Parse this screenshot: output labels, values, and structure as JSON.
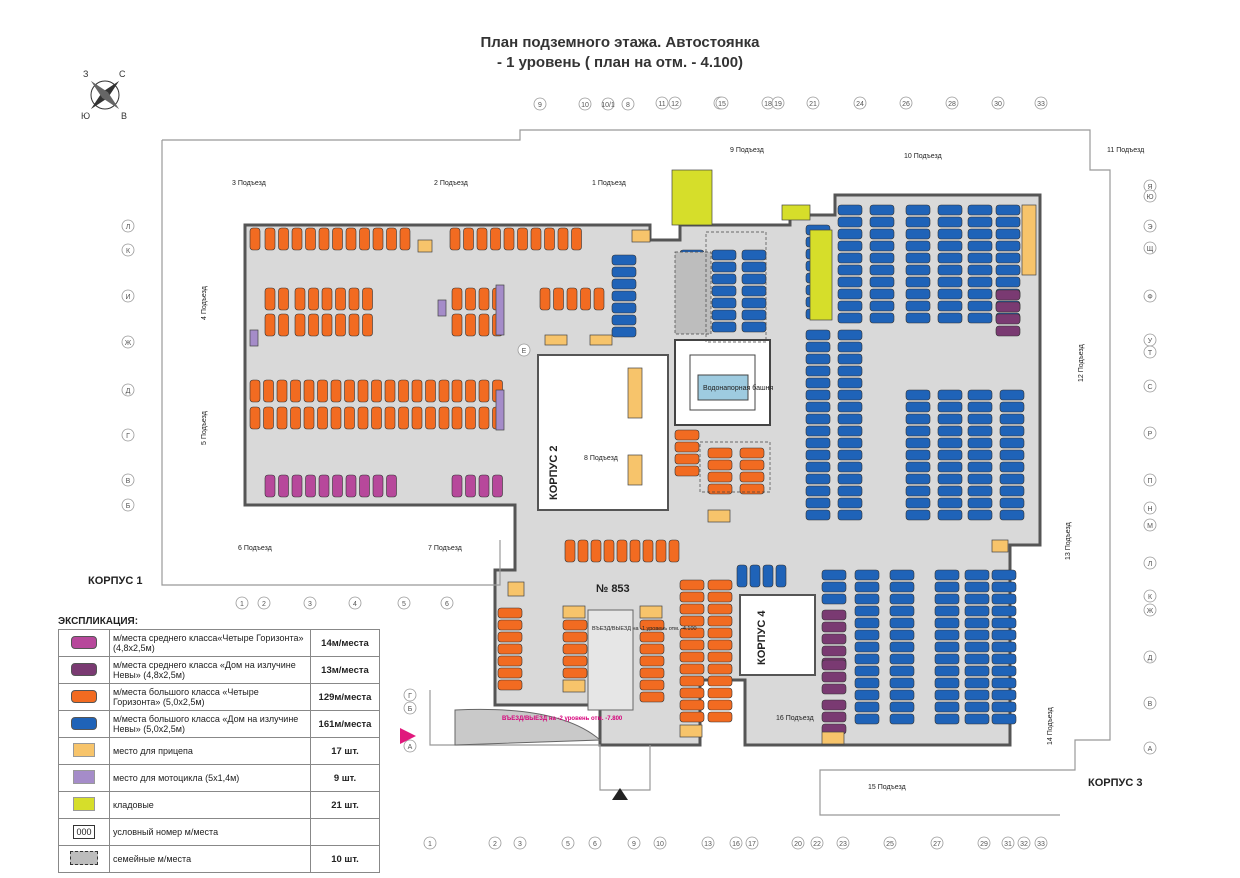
{
  "title": {
    "line1": "План подземного этажа. Автостоянка",
    "line2": "- 1 уровень ( план на отм. - 4.100)"
  },
  "compass": {
    "labels": [
      "З",
      "С",
      "Ю",
      "В"
    ]
  },
  "colors": {
    "floor": "#d9d9d9",
    "wall": "#555555",
    "orange_car": "#f26b21",
    "blue_car": "#1f63b8",
    "pink_car": "#b7489b",
    "purple_car": "#7a3a72",
    "trailer": "#f7c46b",
    "moto": "#a58cc9",
    "storage": "#d6de2a",
    "family": "#bdbdbd"
  },
  "buildings": {
    "korpus1": "КОРПУС 1",
    "korpus2": "КОРПУС 2",
    "korpus3": "КОРПУС 3",
    "korpus4": "КОРПУС 4",
    "parking_no": "№ 853",
    "tower": "Водонапорная башня"
  },
  "entrances": [
    "1 Подъезд",
    "2 Подъезд",
    "3 Подъезд",
    "4 Подъезд",
    "5 Подъезд",
    "6 Подъезд",
    "7 Подъезд",
    "8 Подъезд",
    "9 Подъезд",
    "10 Подъезд",
    "11 Подъезд",
    "12 Подъезд",
    "13 Подъезд",
    "14 Подъезд",
    "15 Подъезд",
    "16 Подъезд"
  ],
  "ramps": {
    "ramp_lower": "ВЪЕЗД/ВЫЕЗД на -2 уровень отм. -7.800",
    "ramp_upper": "ВЪЕЗД/ВЫЕЗД на -1 уровень отм. -4.100"
  },
  "axes": {
    "top": [
      "8",
      "9",
      "10",
      "10/1",
      "11",
      "12",
      "14",
      "15",
      "18",
      "19",
      "21",
      "24",
      "26",
      "28",
      "30",
      "33"
    ],
    "bottom": [
      "1",
      "2",
      "3",
      "4",
      "5",
      "6",
      "1",
      "2",
      "3",
      "5",
      "6",
      "9",
      "10",
      "13",
      "16",
      "17",
      "20",
      "22",
      "23",
      "25",
      "27",
      "29",
      "31",
      "32",
      "33"
    ],
    "left": [
      "Л",
      "К",
      "И",
      "Ж",
      "Д",
      "Г",
      "В",
      "Б",
      "Е",
      "Г",
      "Б",
      "А"
    ],
    "right": [
      "Я",
      "Ю",
      "Э",
      "Щ",
      "Ф",
      "У",
      "Т",
      "С",
      "Р",
      "П",
      "Н",
      "М",
      "Л",
      "К",
      "Ж",
      "Д",
      "В",
      "А"
    ]
  },
  "legend": {
    "header": "ЭКСПЛИКАЦИЯ:",
    "rows": [
      {
        "swatch": "pink-car",
        "label": "м/места  среднего класса«Четыре Горизонта» (4,8х2,5м)",
        "count": "14м/места"
      },
      {
        "swatch": "purple-car",
        "label": "м/места среднего класса «Дом  на излучине Невы» (4,8х2,5м)",
        "count": "13м/места"
      },
      {
        "swatch": "orange-car",
        "label": "м/места большого класса «Четыре Горизонта»  (5,0х2,5м)",
        "count": "129м/места"
      },
      {
        "swatch": "blue-car",
        "label": "м/места большого класса «Дом  на излучине Невы»  (5,0х2,5м)",
        "count": "161м/места"
      },
      {
        "swatch": "trailer",
        "label": "место для прицепа",
        "count": "17 шт."
      },
      {
        "swatch": "moto",
        "label": "место для мотоцикла (5х1,4м)",
        "count": "9 шт."
      },
      {
        "swatch": "storage",
        "label": "кладовые",
        "count": "21 шт."
      },
      {
        "swatch": "number",
        "swatch_text": "000",
        "label": "условный номер м/места",
        "count": ""
      },
      {
        "swatch": "family",
        "label": "семейные м/места",
        "count": "10 шт."
      }
    ]
  }
}
